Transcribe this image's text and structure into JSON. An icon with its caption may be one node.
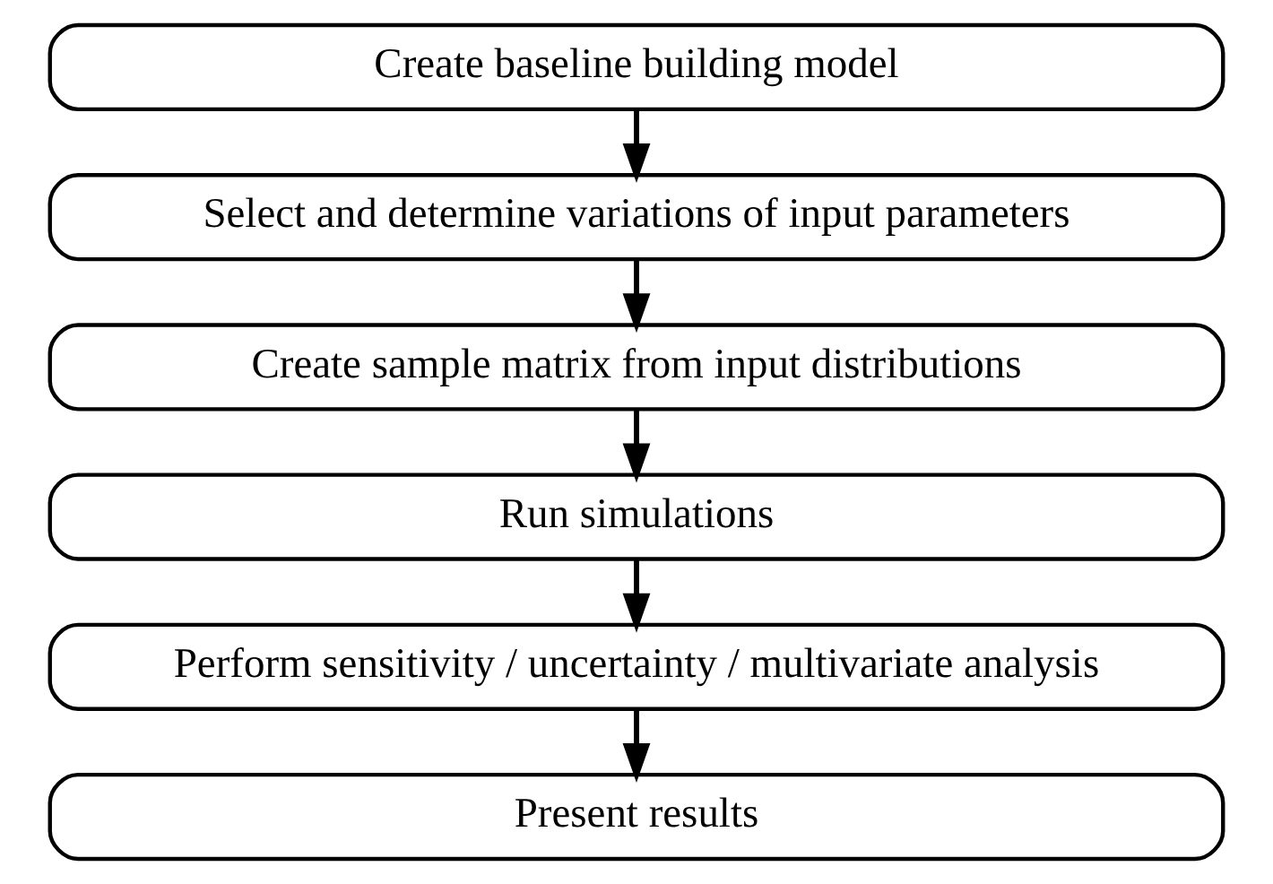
{
  "diagram": {
    "nodes": [
      {
        "text": [
          "Create baseline building model"
        ]
      },
      {
        "text": [
          "Select and determine variations of input parameters"
        ]
      },
      {
        "text": [
          "Create sample matrix from input distributions"
        ]
      },
      {
        "text": [
          "Run simulations"
        ]
      },
      {
        "text": [
          "Perform sensitivity / uncertainty / multivariate analysis"
        ]
      },
      {
        "text": [
          "Present results"
        ]
      }
    ],
    "edges": [
      {
        "from": 0,
        "to": 1,
        "arrow": "to"
      },
      {
        "from": 1,
        "to": 2,
        "arrow": "to"
      },
      {
        "from": 2,
        "to": 3,
        "arrow": "to"
      },
      {
        "from": 3,
        "to": 4,
        "arrow": "to"
      },
      {
        "from": 4,
        "to": 5,
        "arrow": "to"
      }
    ]
  }
}
